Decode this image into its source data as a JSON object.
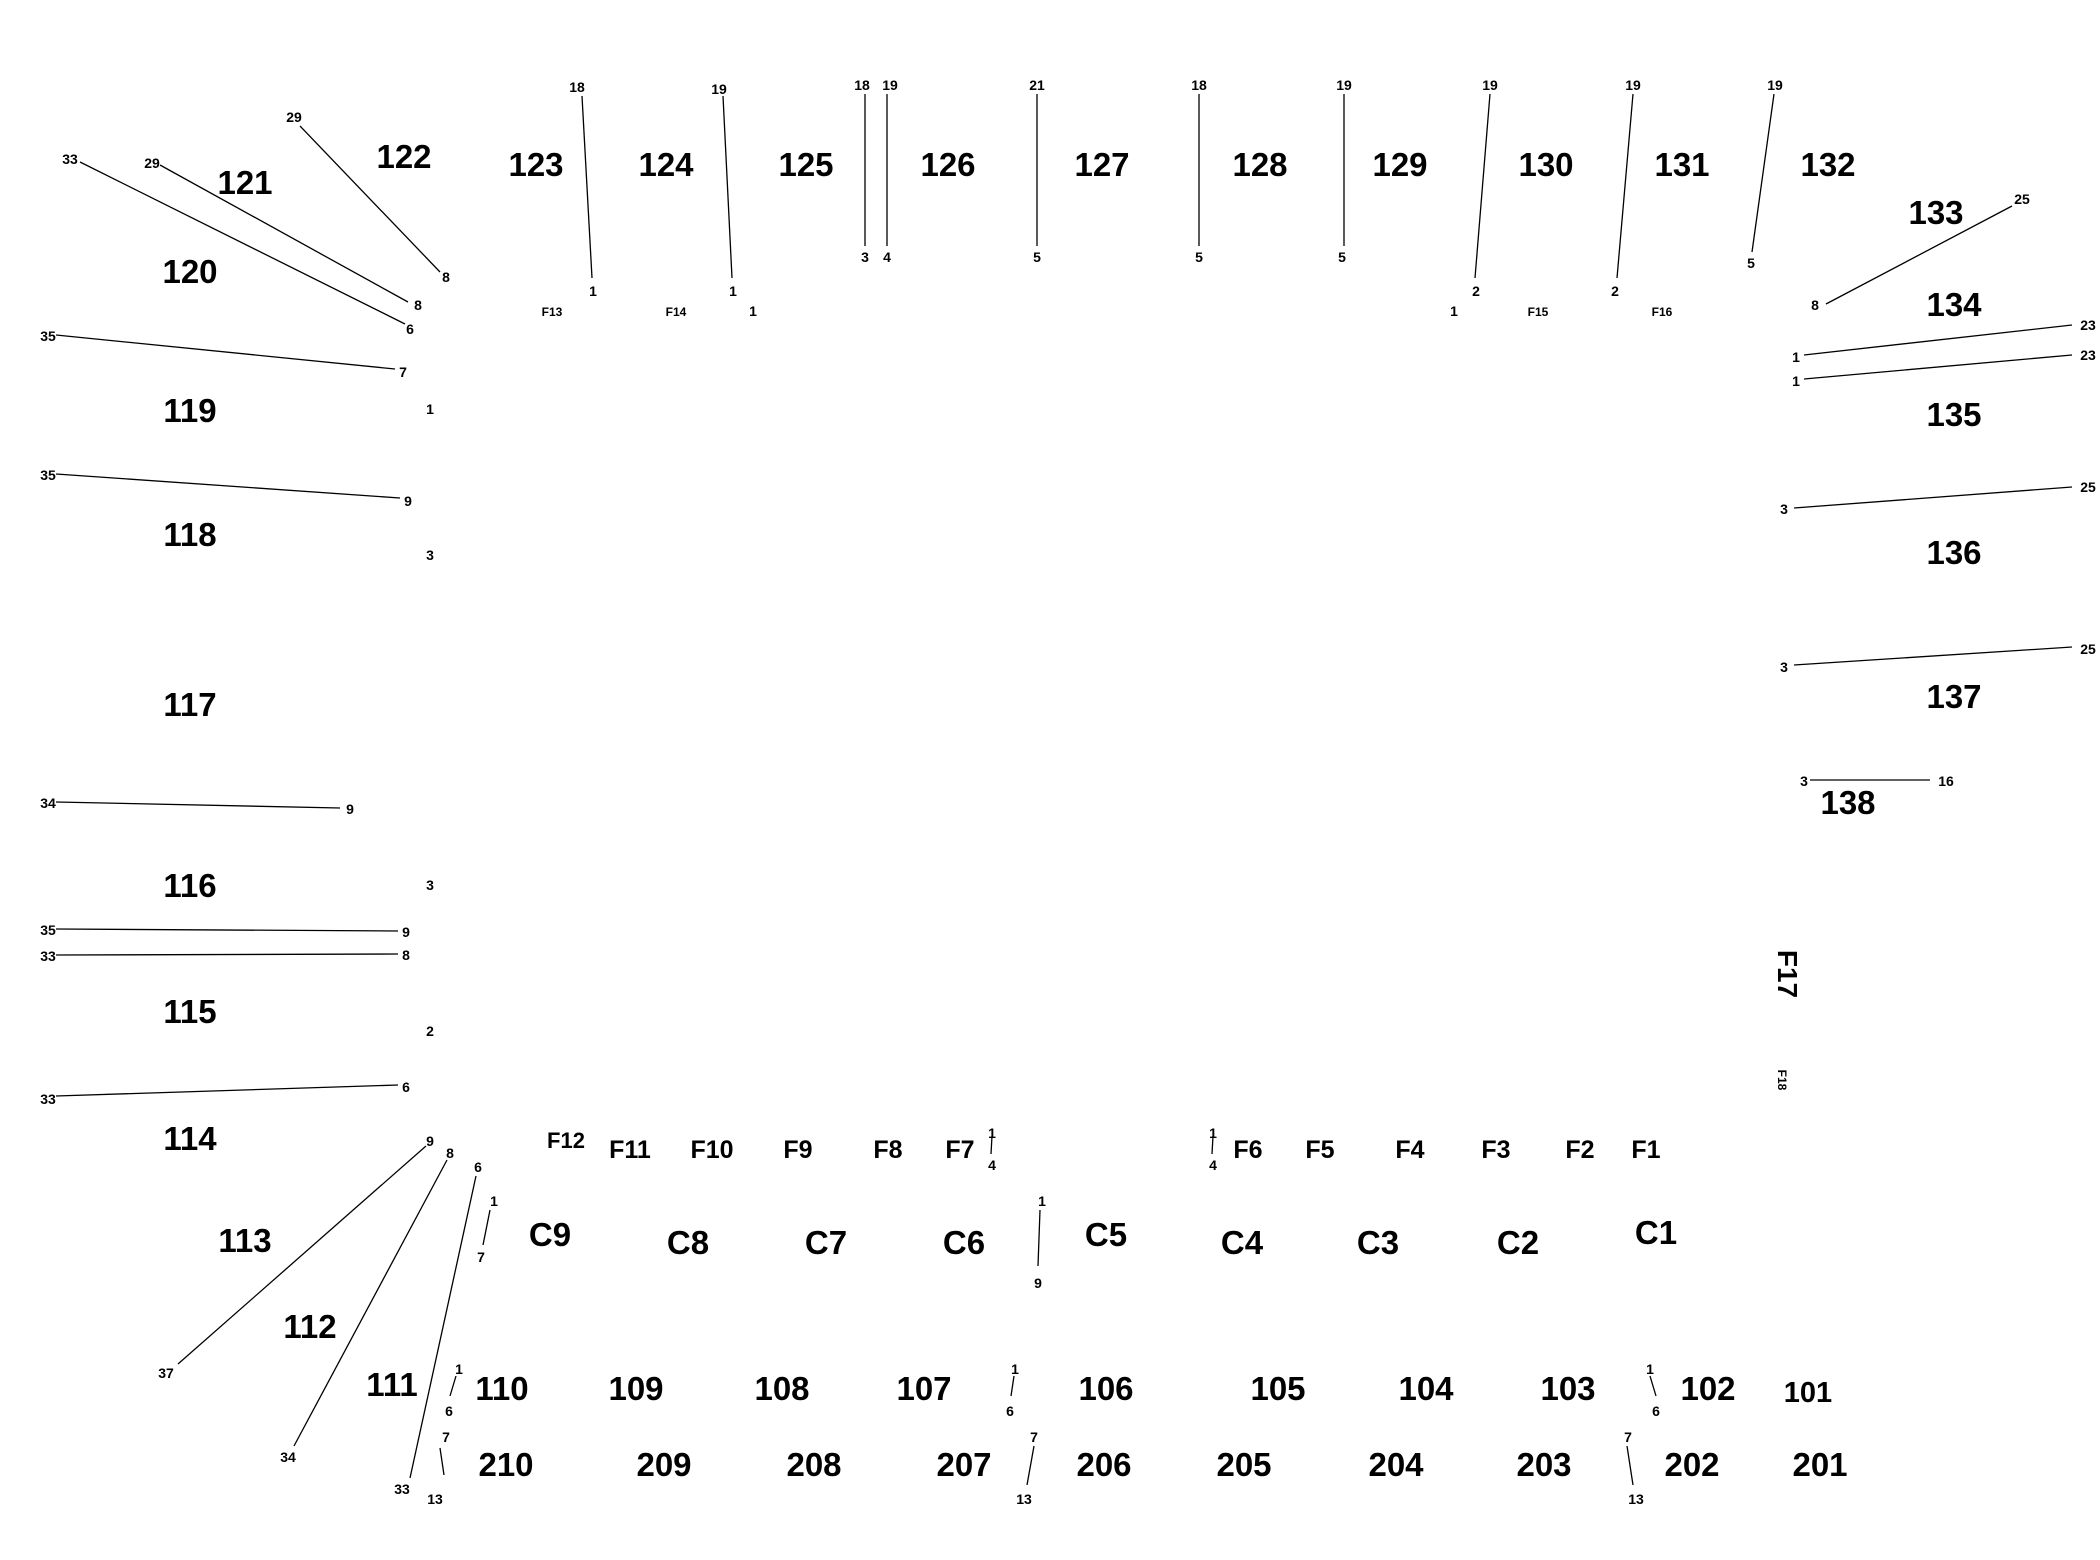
{
  "sections": {
    "s101": "101",
    "s102": "102",
    "s103": "103",
    "s104": "104",
    "s105": "105",
    "s106": "106",
    "s107": "107",
    "s108": "108",
    "s109": "109",
    "s110": "110",
    "s111": "111",
    "s112": "112",
    "s113": "113",
    "s114": "114",
    "s115": "115",
    "s116": "116",
    "s117": "117",
    "s118": "118",
    "s119": "119",
    "s120": "120",
    "s121": "121",
    "s122": "122",
    "s123": "123",
    "s124": "124",
    "s125": "125",
    "s126": "126",
    "s127": "127",
    "s128": "128",
    "s129": "129",
    "s130": "130",
    "s131": "131",
    "s132": "132",
    "s133": "133",
    "s134": "134",
    "s135": "135",
    "s136": "136",
    "s137": "137",
    "s138": "138",
    "s201": "201",
    "s202": "202",
    "s203": "203",
    "s204": "204",
    "s205": "205",
    "s206": "206",
    "s207": "207",
    "s208": "208",
    "s209": "209",
    "s210": "210",
    "c1": "C1",
    "c2": "C2",
    "c3": "C3",
    "c4": "C4",
    "c5": "C5",
    "c6": "C6",
    "c7": "C7",
    "c8": "C8",
    "c9": "C9",
    "f1": "F1",
    "f2": "F2",
    "f3": "F3",
    "f4": "F4",
    "f5": "F5",
    "f6": "F6",
    "f7": "F7",
    "f8": "F8",
    "f9": "F9",
    "f10": "F10",
    "f11": "F11",
    "f12": "F12",
    "f13": "F13",
    "f14": "F14",
    "f15": "F15",
    "f16": "F16",
    "f17": "F17",
    "f18": "F18"
  },
  "rows": {
    "r122a": "29",
    "r122b": "8",
    "r121a": "29",
    "r121b": "8",
    "r120a": "33",
    "r120b": "6",
    "r119a": "35",
    "r119b": "7",
    "r119c": "1",
    "r118a": "35",
    "r118b": "9",
    "r118c": "3",
    "r116a": "34",
    "r116b": "9",
    "r116c": "3",
    "r115a": "35",
    "r115b": "9",
    "r115c": "33",
    "r115d": "8",
    "r115e": "2",
    "r114a": "33",
    "r114b": "6",
    "r113a": "9",
    "r113b": "37",
    "r112a": "8",
    "r112b": "34",
    "r111a": "6",
    "r111b": "33",
    "rc9a": "1",
    "rc9b": "7",
    "r110a": "1",
    "r110b": "6",
    "r210a": "7",
    "r210b": "13",
    "r123a": "18",
    "r123b": "1",
    "r124a": "19",
    "r124b": "1",
    "r124c": "1",
    "r125a": "18",
    "r125b": "3",
    "r126a": "19",
    "r126b": "4",
    "r127a": "21",
    "r127b": "5",
    "r128a": "18",
    "r128b": "5",
    "r129a": "19",
    "r129b": "5",
    "r130a": "19",
    "r130b": "2",
    "r130c": "1",
    "r131a": "19",
    "r131b": "2",
    "r132a": "19",
    "r132b": "5",
    "r133a": "25",
    "r133b": "8",
    "r134a": "1",
    "r134b": "23",
    "r135a": "1",
    "r135b": "23",
    "r136a": "3",
    "r136b": "25",
    "r137a": "3",
    "r137b": "25",
    "r138a": "3",
    "r138b": "16",
    "rf7a": "1",
    "rf7b": "4",
    "rf6a": "1",
    "rf6b": "4",
    "rc5a": "1",
    "rc5b": "9",
    "r107a": "1",
    "r107b": "6",
    "r207a": "7",
    "r207b": "13",
    "r102a": "1",
    "r102b": "6",
    "r202a": "7",
    "r202b": "13"
  }
}
